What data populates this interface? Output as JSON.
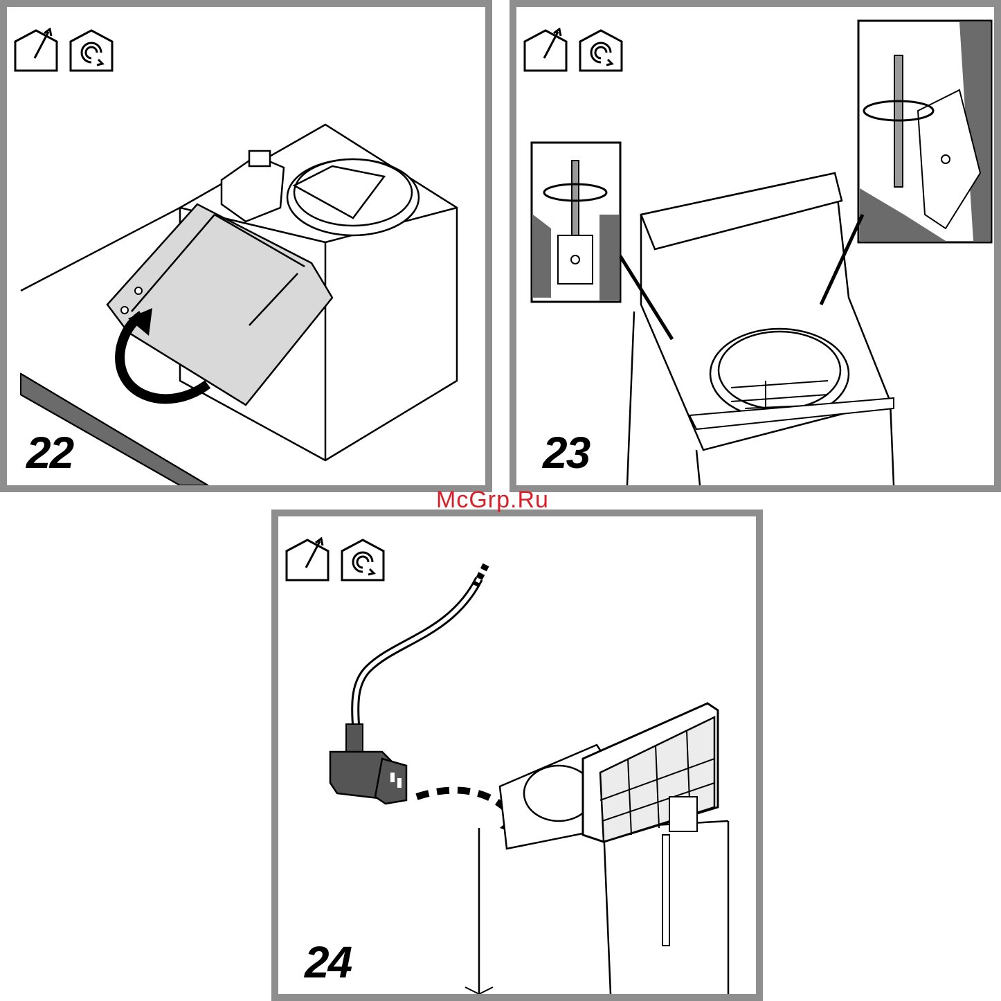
{
  "watermark": "McGrp.Ru",
  "colors": {
    "frame": "#8e8e8e",
    "watermark": "#d9202a",
    "part_fill": "#d9d9d9",
    "dark_part": "#555555"
  },
  "icons": [
    "ducted-exhaust-icon",
    "recirculation-icon"
  ],
  "steps": [
    {
      "number": "22"
    },
    {
      "number": "23"
    },
    {
      "number": "24"
    }
  ]
}
